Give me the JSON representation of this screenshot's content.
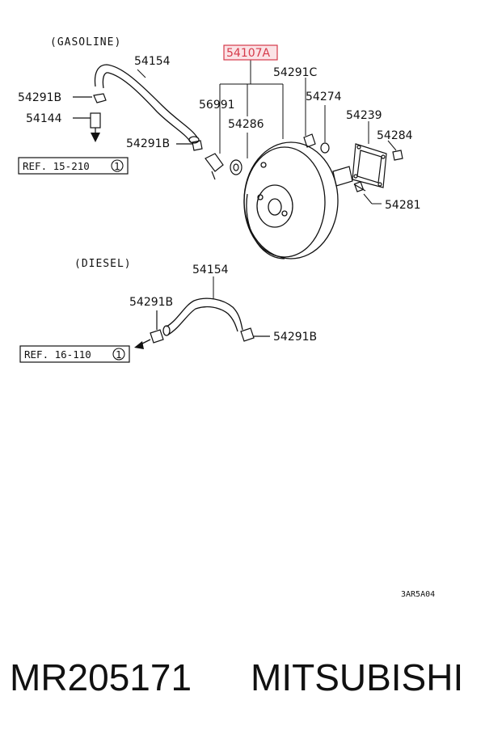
{
  "sections": {
    "gasoline": "(GASOLINE)",
    "diesel": "(DIESEL)"
  },
  "parts": {
    "p54154_g": "54154",
    "p54291B_1": "54291B",
    "p54144": "54144",
    "p54291B_2": "54291B",
    "p54107A": "54107A",
    "p56991": "56991",
    "p54286": "54286",
    "p54291C": "54291C",
    "p54274": "54274",
    "p54239": "54239",
    "p54284": "54284",
    "p54281": "54281",
    "p54154_d": "54154",
    "p54291B_3": "54291B",
    "p54291B_4": "54291B"
  },
  "refs": {
    "ref1": "REF. 15-210",
    "ref1_num": "1",
    "ref2": "REF. 16-110",
    "ref2_num": "1"
  },
  "diagram_code": "3AR5A04",
  "footer": {
    "part_number": "MR205171",
    "brand": "MITSUBISHI"
  },
  "colors": {
    "highlight": "#d63a4a",
    "highlight_fill": "#fbe3e6",
    "ink": "#111111"
  }
}
